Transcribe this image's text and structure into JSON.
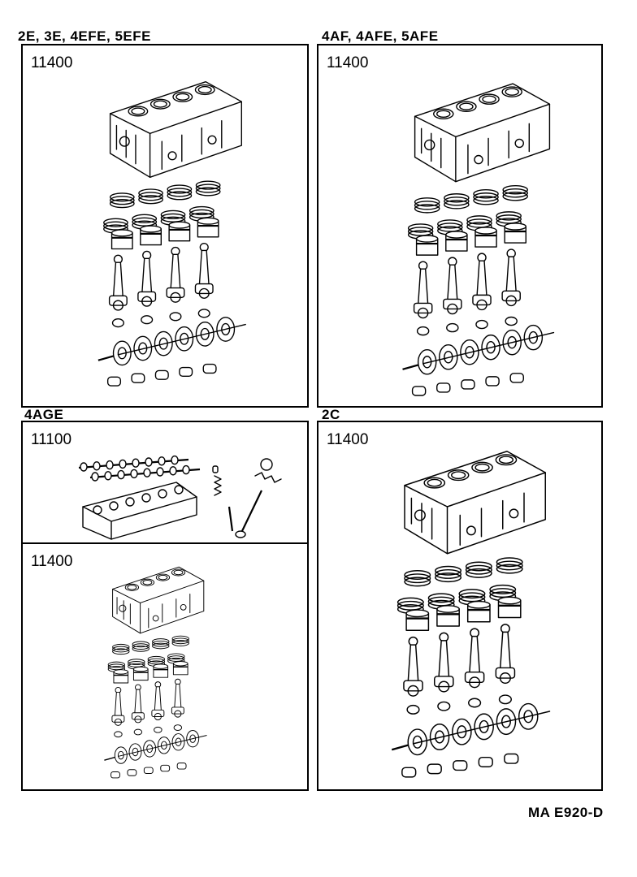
{
  "panels": {
    "top_left": {
      "engines": "2E, 3E, 4EFE, 5EFE",
      "part_no": "11400"
    },
    "top_right": {
      "engines": "4AF, 4AFE, 5AFE",
      "part_no": "11400"
    },
    "bottom_left": {
      "engines": "4AGE",
      "head_part_no": "11100",
      "block_part_no": "11400"
    },
    "bottom_right": {
      "engines": "2C",
      "part_no": "11400"
    }
  },
  "icons": {
    "block": "engine-block-assembly",
    "head": "cylinder-head-assembly"
  },
  "footer": {
    "ref": "MA E920-D"
  }
}
